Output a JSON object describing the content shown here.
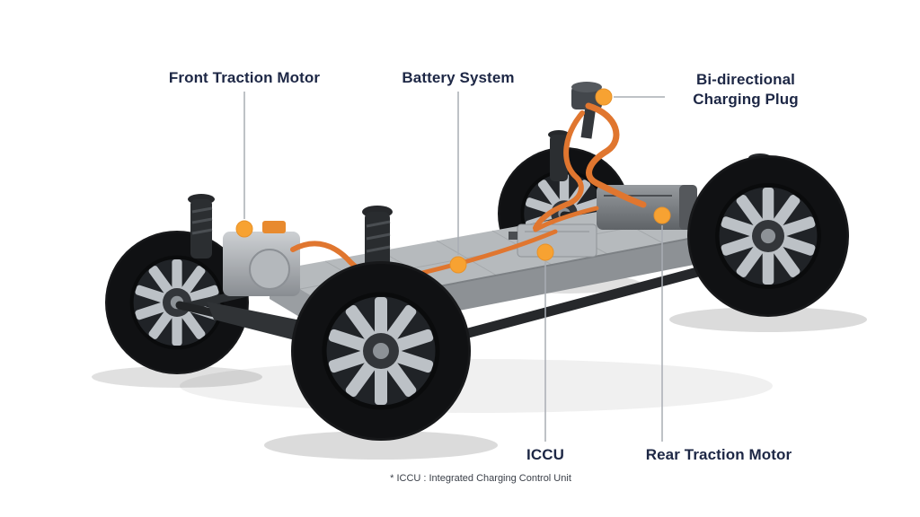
{
  "diagram": {
    "callouts": {
      "front_motor": {
        "label": "Front Traction Motor"
      },
      "battery": {
        "label": "Battery System"
      },
      "charging_plug": {
        "label": "Bi-directional\nCharging Plug"
      },
      "iccu": {
        "label": "ICCU"
      },
      "rear_motor": {
        "label": "Rear Traction Motor"
      }
    },
    "footnote": "* ICCU : Integrated Charging Control Unit",
    "colors": {
      "marker_orange": "#F7A232",
      "cable_orange": "#E0762F",
      "label_text": "#1D2745",
      "leader_line": "#A9ADB4",
      "background": "#FFFFFF"
    }
  }
}
